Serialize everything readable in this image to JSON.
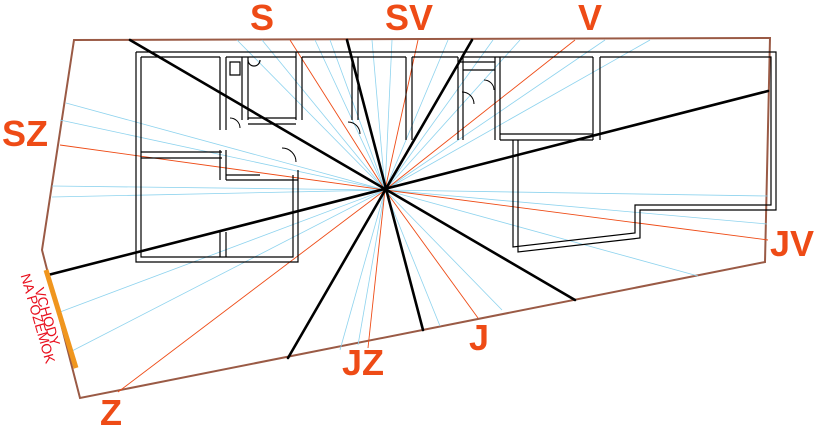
{
  "colors": {
    "directions_text": "#ee4b16",
    "entrance_text": "#e8101e",
    "property_border": "#9a5a45",
    "main_axes": "#000000",
    "red_rays": "#ee4b16",
    "blue_rays": "#8ed3ee",
    "walls": "#000000",
    "entrance_bar": "#f0961e"
  },
  "directions": {
    "s": "S",
    "sv": "SV",
    "v": "V",
    "sz": "SZ",
    "jv": "JV",
    "z": "Z",
    "jz": "JZ",
    "j": "J"
  },
  "entrance": {
    "line1": "VCHODY",
    "line2": "NA POZEMOK"
  }
}
